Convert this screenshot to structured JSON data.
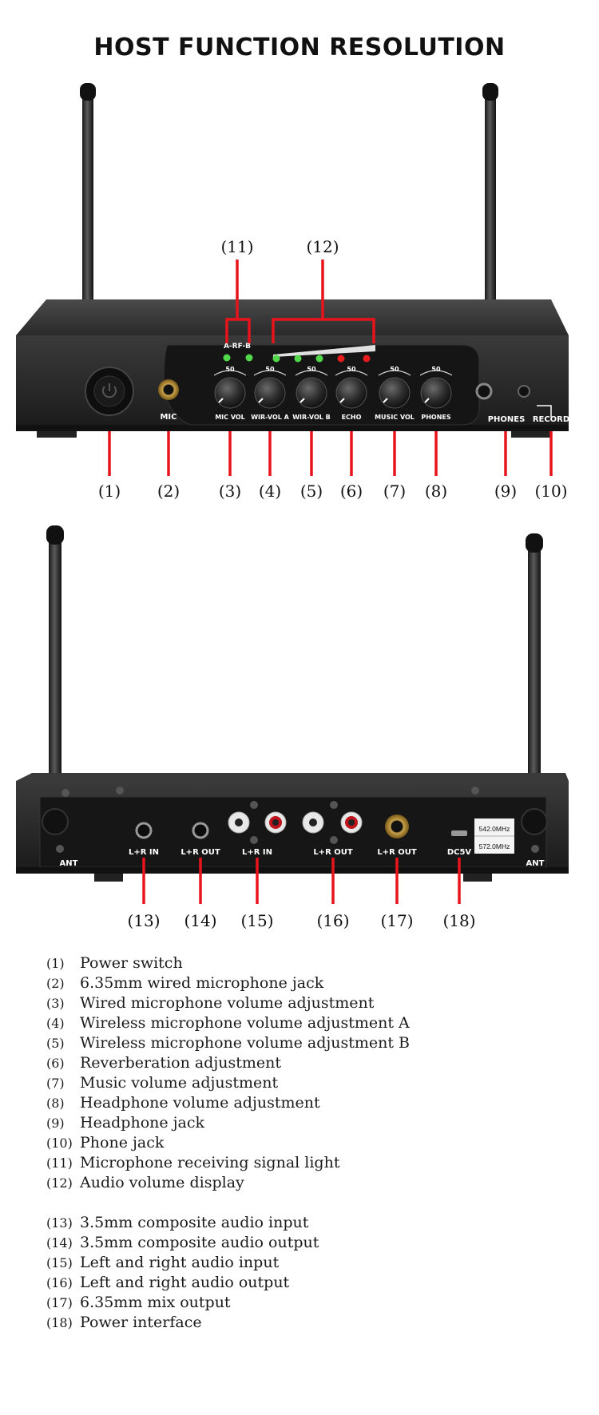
{
  "title": "HOST FUNCTION RESOLUTION",
  "front": {
    "panel_labels": {
      "arfb": "A-RF-B",
      "mic": "MIC",
      "phones_jack": "PHONES",
      "record": "RECORD"
    },
    "knobs": [
      {
        "label": "MIC VOL",
        "scale": "50"
      },
      {
        "label": "WIR-VOL A",
        "scale": "50"
      },
      {
        "label": "WIR-VOL B",
        "scale": "50"
      },
      {
        "label": "ECHO",
        "scale": "50"
      },
      {
        "label": "MUSIC VOL",
        "scale": "50"
      },
      {
        "label": "PHONES",
        "scale": "50"
      }
    ],
    "callouts": [
      "(1)",
      "(2)",
      "(3)",
      "(4)",
      "(5)",
      "(6)",
      "(7)",
      "(8)",
      "(9)",
      "(10)",
      "(11)",
      "(12)"
    ]
  },
  "rear": {
    "panel_labels": {
      "ant_left": "ANT",
      "ant_right": "ANT",
      "lr_in_35": "L+R IN",
      "lr_out_35": "L+R OUT",
      "lr_in_rca": "L+R IN",
      "lr_out_rca": "L+R OUT",
      "lr_out_635": "L+R OUT",
      "dc5v": "DC5V",
      "freq_a": "542.0MHz",
      "freq_b": "572.0MHz"
    },
    "callouts": [
      "(13)",
      "(14)",
      "(15)",
      "(16)",
      "(17)",
      "(18)"
    ]
  },
  "legend": {
    "front_items": [
      {
        "num": "(1)",
        "text": "Power switch"
      },
      {
        "num": "(2)",
        "text": "6.35mm wired microphone jack"
      },
      {
        "num": "(3)",
        "text": "Wired microphone volume adjustment"
      },
      {
        "num": "(4)",
        "text": "Wireless microphone volume adjustment A"
      },
      {
        "num": "(5)",
        "text": "Wireless microphone volume adjustment B"
      },
      {
        "num": "(6)",
        "text": "Reverberation adjustment"
      },
      {
        "num": "(7)",
        "text": "Music volume adjustment"
      },
      {
        "num": "(8)",
        "text": "Headphone volume adjustment"
      },
      {
        "num": "(9)",
        "text": "Headphone jack"
      },
      {
        "num": "(10)",
        "text": "Phone jack"
      },
      {
        "num": "(11)",
        "text": "Microphone receiving signal light"
      },
      {
        "num": "(12)",
        "text": "Audio volume display"
      }
    ],
    "rear_items": [
      {
        "num": "(13)",
        "text": "3.5mm composite audio input"
      },
      {
        "num": "(14)",
        "text": "3.5mm composite audio output"
      },
      {
        "num": "(15)",
        "text": "Left and right audio input"
      },
      {
        "num": "(16)",
        "text": "Left and right audio output"
      },
      {
        "num": "(17)",
        "text": "6.35mm mix output"
      },
      {
        "num": "(18)",
        "text": "Power interface"
      }
    ]
  },
  "colors": {
    "callout": "#e8141c",
    "led_green": "#52d84a",
    "led_red": "#e81c1c",
    "chassis": "#2b2b2b"
  }
}
